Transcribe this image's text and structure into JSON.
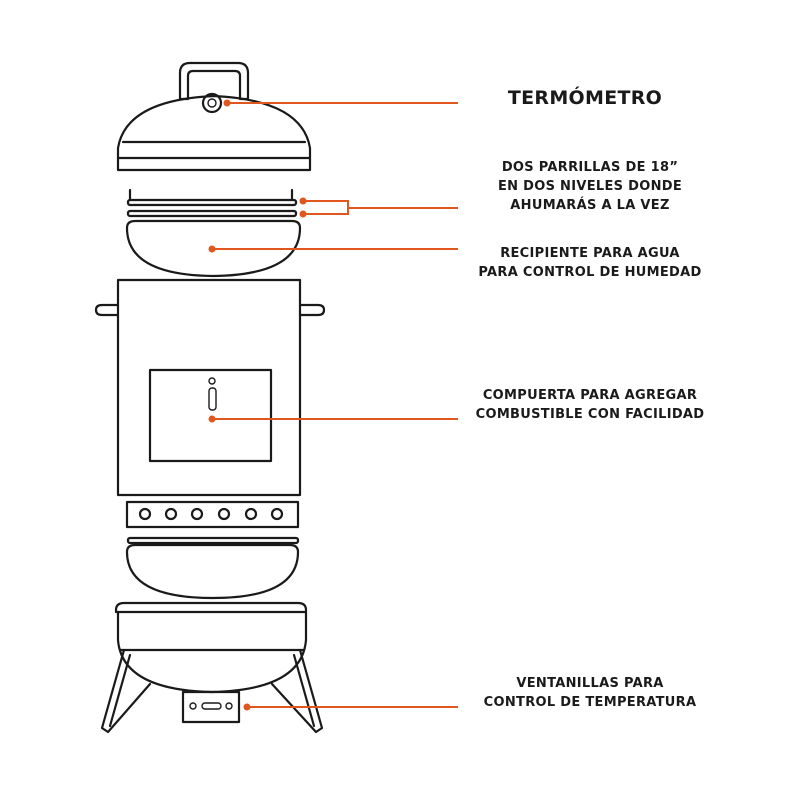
{
  "colors": {
    "accent": "#e0561f",
    "ink": "#1a1a1a"
  },
  "callouts": {
    "thermometer": {
      "lines": [
        "TERMÓMETRO"
      ]
    },
    "grates": {
      "lines": [
        "DOS PARRILLAS DE 18”",
        "EN DOS NIVELES DONDE",
        "AHUMARÁS A LA VEZ"
      ]
    },
    "water_pan": {
      "lines": [
        "RECIPIENTE PARA AGUA",
        "PARA CONTROL DE HUMEDAD"
      ]
    },
    "door": {
      "lines": [
        "COMPUERTA PARA AGREGAR",
        "COMBUSTIBLE CON FACILIDAD"
      ]
    },
    "vents": {
      "lines": [
        "VENTANILLAS PARA",
        "CONTROL DE TEMPERATURA"
      ]
    }
  }
}
